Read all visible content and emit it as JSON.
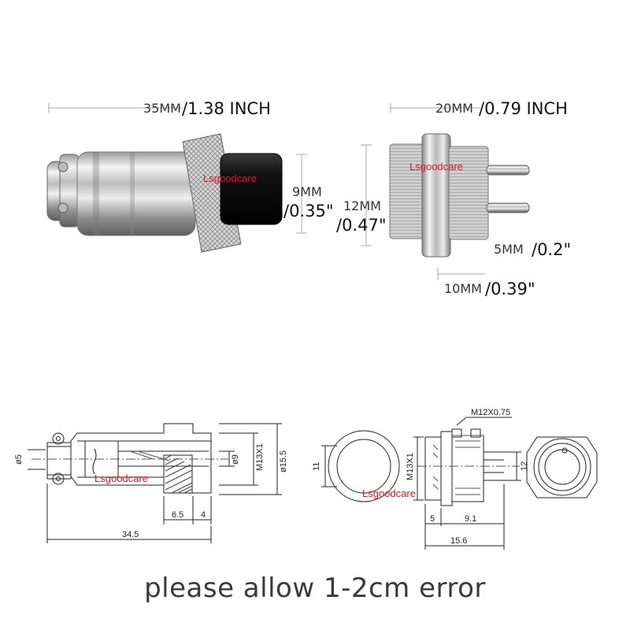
{
  "top_left": {
    "length_mm": "35MM",
    "length_in": "/1.38 INCH",
    "dia_mm": "9MM",
    "dia_in": "/0.35\""
  },
  "top_right": {
    "width_mm": "20MM",
    "width_in": "/0.79 INCH",
    "height_mm": "12MM",
    "height_in": "/0.47\"",
    "pin_mm": "5MM",
    "pin_in": "/0.2\"",
    "body_mm": "10MM",
    "body_in": "/0.39\""
  },
  "watermark": "Lsgoodcare",
  "drawing_left": {
    "phi5": "ø5",
    "phi9": "ø9",
    "thread": "M13X1",
    "phi15_5": "ø15.5",
    "d6_5": "6.5",
    "d4": "4",
    "d34_5": "34.5"
  },
  "drawing_right": {
    "thread_top": "M12X0.75",
    "d11": "11",
    "thread": "M13X1",
    "d12": "12",
    "d5": "5",
    "d9_1": "9.1",
    "d15_6": "15.6"
  },
  "footer": "please allow 1-2cm error",
  "colors": {
    "metal_light": "#e6e6e6",
    "metal_dark": "#7d7d7d",
    "black_part": "#151515",
    "watermark": "#e8121b",
    "line": "#222222"
  }
}
